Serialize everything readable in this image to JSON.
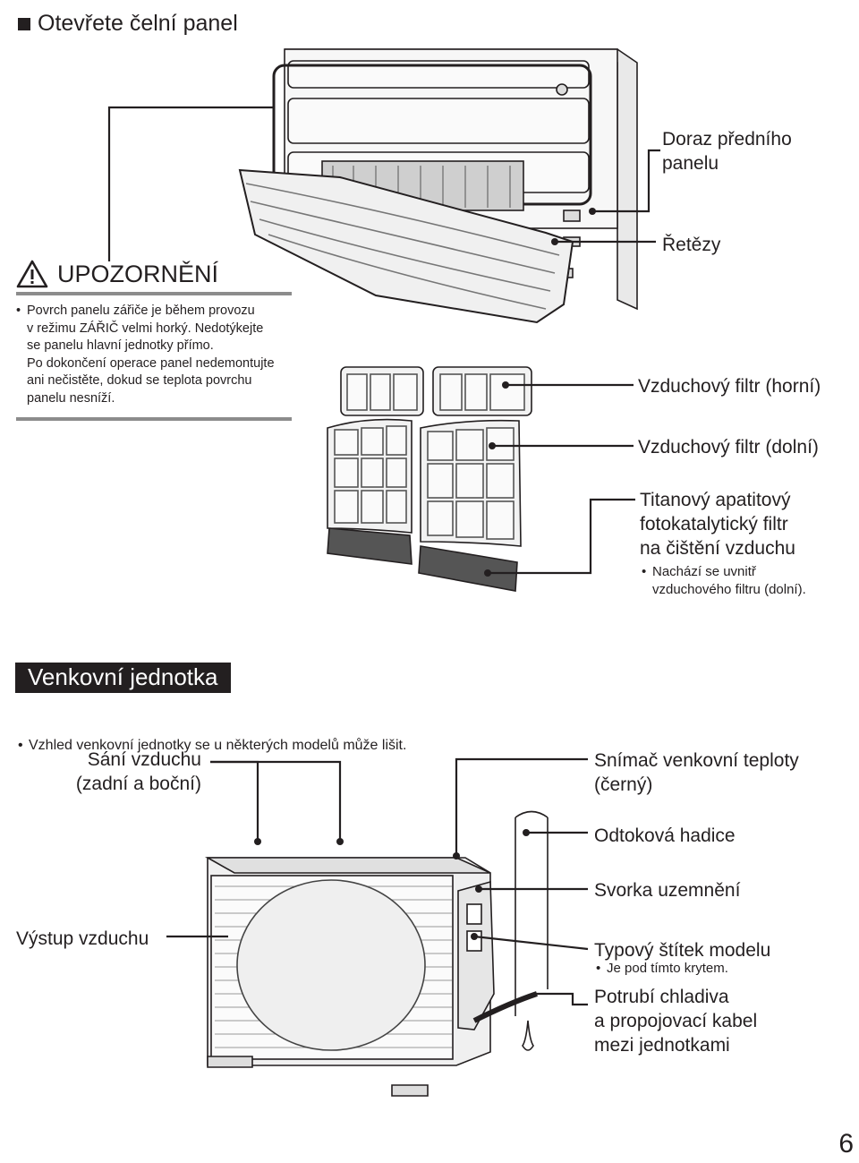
{
  "section": {
    "title": "Otevřete čelní panel"
  },
  "caution": {
    "heading": "UPOZORNĚNÍ",
    "lines": [
      "Povrch panelu zářiče je během provozu",
      "v režimu ZÁŘIČ velmi horký. Nedotýkejte",
      "se panelu hlavní jednotky přímo.",
      "Po dokončení operace panel nedemontujte",
      "ani nečistěte, dokud se teplota povrchu",
      "panelu nesníží."
    ]
  },
  "indoor_labels": {
    "panel_stop_line1": "Doraz předního",
    "panel_stop_line2": "panelu",
    "chains": "Řetězy",
    "filter_upper": "Vzduchový filtr (horní)",
    "filter_lower": "Vzduchový filtr (dolní)",
    "titan_line1": "Titanový apatitový",
    "titan_line2": "fotokatalytický filtr",
    "titan_line3": "na čištění vzduchu",
    "titan_note_line1": "Nachází se uvnitř",
    "titan_note_line2": "vzduchového filtru (dolní)."
  },
  "outdoor": {
    "title": "Venkovní jednotka",
    "note": "Vzhled venkovní jednotky se u některých modelů může lišit.",
    "air_intake_line1": "Sání vzduchu",
    "air_intake_line2": "(zadní a boční)",
    "air_outlet": "Výstup vzduchu",
    "temp_sensor_line1": "Snímač venkovní teploty",
    "temp_sensor_line2": "(černý)",
    "drain_hose": "Odtoková hadice",
    "earth_terminal": "Svorka uzemnění",
    "earth_note": "Je pod tímto krytem.",
    "nameplate": "Typový štítek modelu",
    "piping_line1": "Potrubí chladiva",
    "piping_line2": "a propojovací kabel",
    "piping_line3": "mezi jednotkami"
  },
  "bullet": "•",
  "page_number": "6"
}
